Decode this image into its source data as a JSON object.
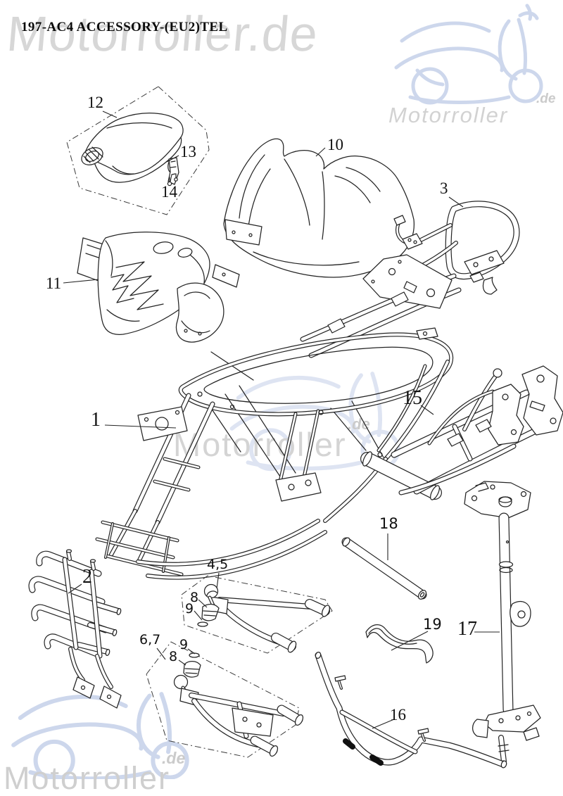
{
  "title": "197-AC4  ACCESSORY-(EU2)TEL",
  "watermark": {
    "full": "Motorroller.de",
    "name": "Motorroller",
    "suffix": ".de"
  },
  "colors": {
    "line": "#242424",
    "watermark_gray": "#d6d6d6",
    "watermark_blue": "#cdd7ec"
  },
  "labels": [
    {
      "part": "seat",
      "text": "12"
    },
    {
      "part": "seat-latch",
      "text": "13"
    },
    {
      "part": "seat-latch-bolt",
      "text": "14"
    },
    {
      "part": "rear-fender",
      "text": "10"
    },
    {
      "part": "rear-carrier",
      "text": "3"
    },
    {
      "part": "front-body-panel",
      "text": "11"
    },
    {
      "part": "main-frame",
      "text": "1"
    },
    {
      "part": "swingarm",
      "text": "15"
    },
    {
      "part": "front-bumper",
      "text": "2"
    },
    {
      "part": "upper-a-arm",
      "text": "4,5"
    },
    {
      "part": "upper-ball-joint-boot",
      "text": "8"
    },
    {
      "part": "upper-ball-joint-ring",
      "text": "9"
    },
    {
      "part": "lower-a-arm",
      "text": "6,7"
    },
    {
      "part": "lower-ball-joint-ring",
      "text": "9"
    },
    {
      "part": "lower-ball-joint-boot",
      "text": "8"
    },
    {
      "part": "steering-shaft-tube",
      "text": "18"
    },
    {
      "part": "clamp-bracket",
      "text": "19"
    },
    {
      "part": "steering-column",
      "text": "17"
    },
    {
      "part": "handlebar",
      "text": "16"
    }
  ]
}
